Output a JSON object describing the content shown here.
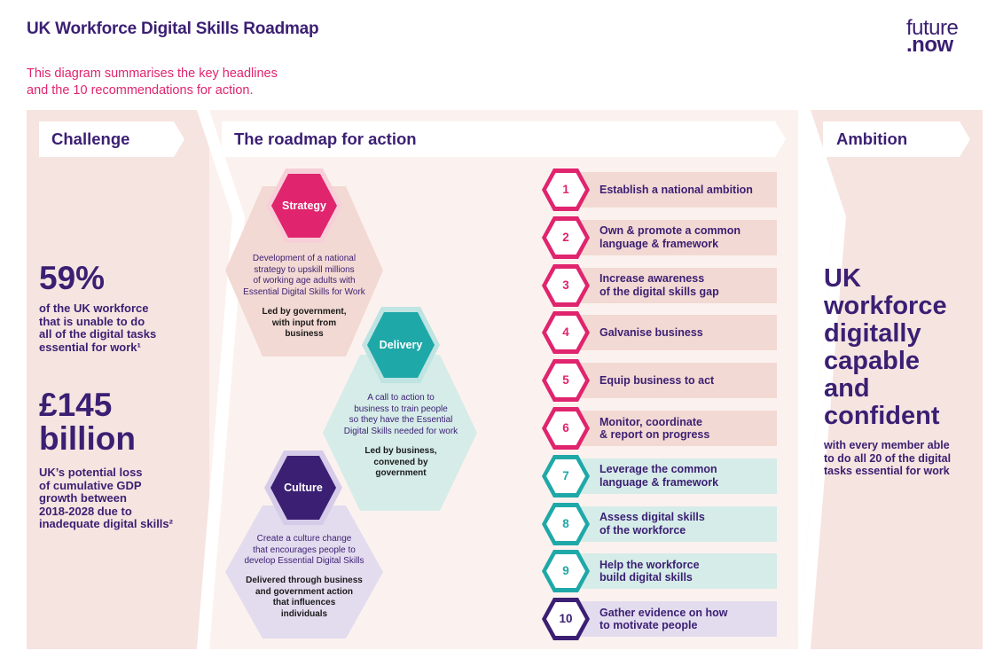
{
  "title": "UK Workforce Digital Skills Roadmap",
  "subtitle_line1": "This diagram summarises the key headlines",
  "subtitle_line2": "and the 10 recommendations for action.",
  "logo": {
    "line1": "future",
    "line2": ".now"
  },
  "colors": {
    "purple": "#3b1f73",
    "pink": "#e0246e",
    "teal": "#1fa8a8",
    "panel_pink": "#f6e4e0",
    "panel_light": "#fbf2ef"
  },
  "challenge": {
    "heading": "Challenge",
    "stat1_value": "59%",
    "stat1_lines": [
      "of the UK workforce",
      "that is unable to do",
      "all of the digital tasks",
      "essential for work¹"
    ],
    "stat2_value_line1": "£145",
    "stat2_value_line2": "billion",
    "stat2_lines": [
      "UK’s potential loss",
      "of cumulative GDP",
      "growth between",
      "2018-2028 due to",
      "inadequate digital skills²"
    ]
  },
  "roadmap": {
    "heading": "The roadmap for action",
    "pillars": [
      {
        "label": "Strategy",
        "desc_lines": [
          "Development of a national",
          "strategy to upskill millions",
          "of working age adults with",
          "Essential Digital Skills for Work"
        ],
        "lead_lines": [
          "Led by government,",
          "with input from",
          "business"
        ]
      },
      {
        "label": "Delivery",
        "desc_lines": [
          "A call to action to",
          "business to train people",
          "so they have the Essential",
          "Digital Skills needed for work"
        ],
        "lead_lines": [
          "Led by business,",
          "convened by",
          "government"
        ]
      },
      {
        "label": "Culture",
        "desc_lines": [
          "Create a culture change",
          "that encourages people to",
          "develop Essential Digital Skills"
        ],
        "lead_lines": [
          "Delivered through business",
          "and government action",
          "that influences",
          "individuals"
        ]
      }
    ],
    "recommendations": [
      {
        "num": "1",
        "lines": [
          "Establish a national ambition"
        ]
      },
      {
        "num": "2",
        "lines": [
          "Own & promote a common",
          "language & framework"
        ]
      },
      {
        "num": "3",
        "lines": [
          "Increase awareness",
          "of the digital skills gap"
        ]
      },
      {
        "num": "4",
        "lines": [
          "Galvanise business"
        ]
      },
      {
        "num": "5",
        "lines": [
          "Equip business to act"
        ]
      },
      {
        "num": "6",
        "lines": [
          "Monitor, coordinate",
          "& report on progress"
        ]
      },
      {
        "num": "7",
        "lines": [
          "Leverage the common",
          "language & framework"
        ]
      },
      {
        "num": "8",
        "lines": [
          "Assess digital skills",
          "of the workforce"
        ]
      },
      {
        "num": "9",
        "lines": [
          "Help the workforce",
          "build digital skills"
        ]
      },
      {
        "num": "10",
        "lines": [
          "Gather evidence on how",
          "to motivate people"
        ]
      }
    ]
  },
  "ambition": {
    "heading": "Ambition",
    "big_lines": [
      "UK",
      "workforce",
      "digitally",
      "capable",
      "and",
      "confident"
    ],
    "small_lines": [
      "with every member able",
      "to do all 20 of the digital",
      "tasks essential for work"
    ]
  }
}
